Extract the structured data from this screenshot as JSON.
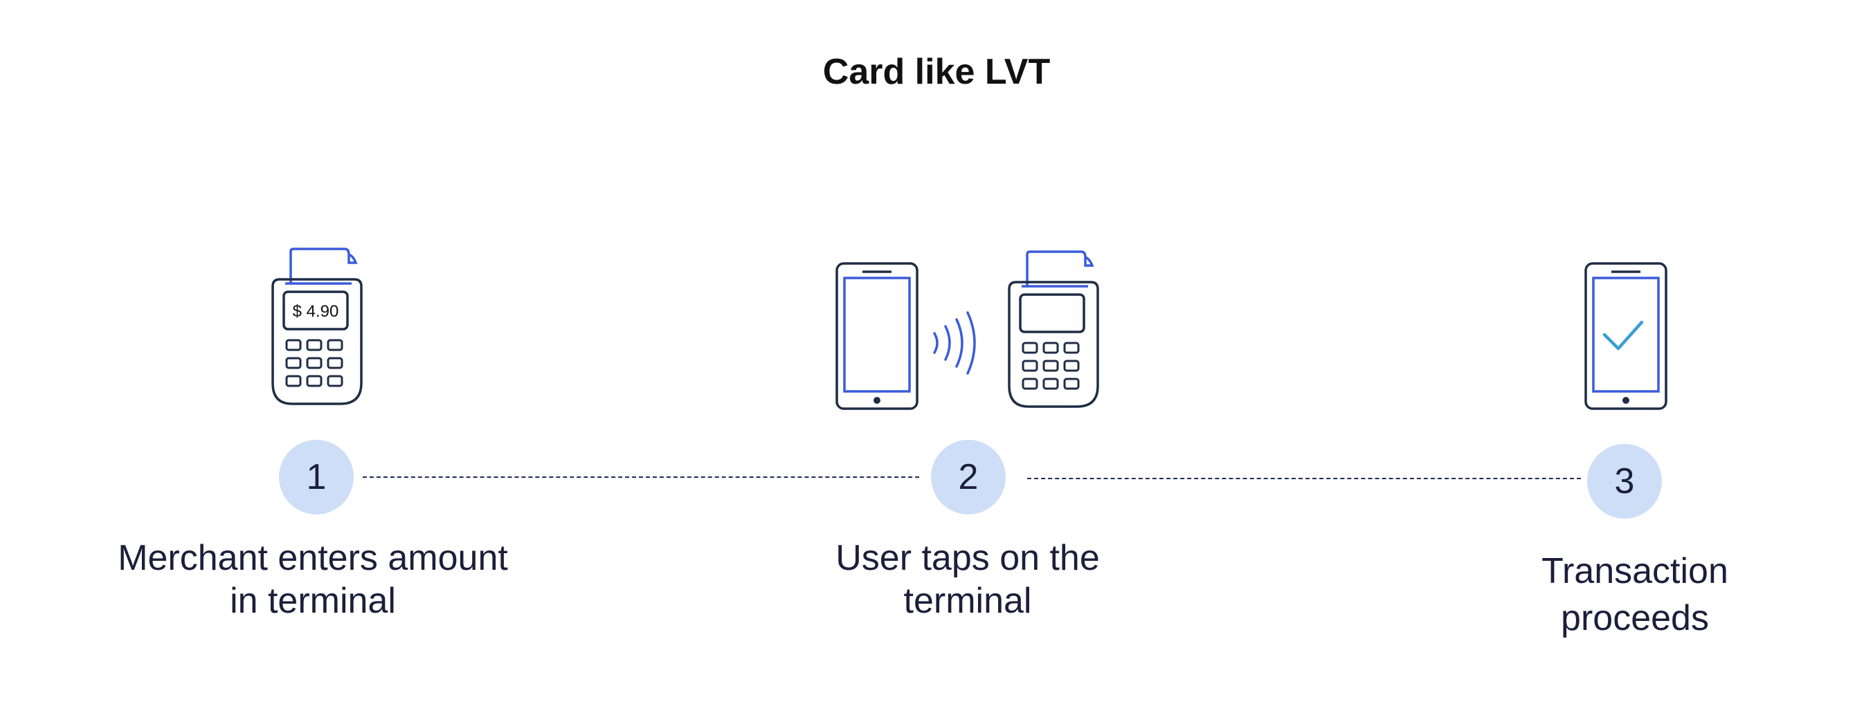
{
  "title": "Card like LVT",
  "steps": [
    {
      "number": "1",
      "label_line1": "Merchant enters amount",
      "label_line2": "in terminal"
    },
    {
      "number": "2",
      "label_line1": "User taps on the",
      "label_line2": "terminal"
    },
    {
      "number": "3",
      "label_line1": "Transaction",
      "label_line2": "proceeds"
    }
  ],
  "terminal_display": "$ 4.90",
  "colors": {
    "outline": "#1f2d45",
    "accent": "#3b5bdb",
    "check": "#3b9ed6",
    "circle": "#cfdef7",
    "text": "#1b1f3a"
  }
}
